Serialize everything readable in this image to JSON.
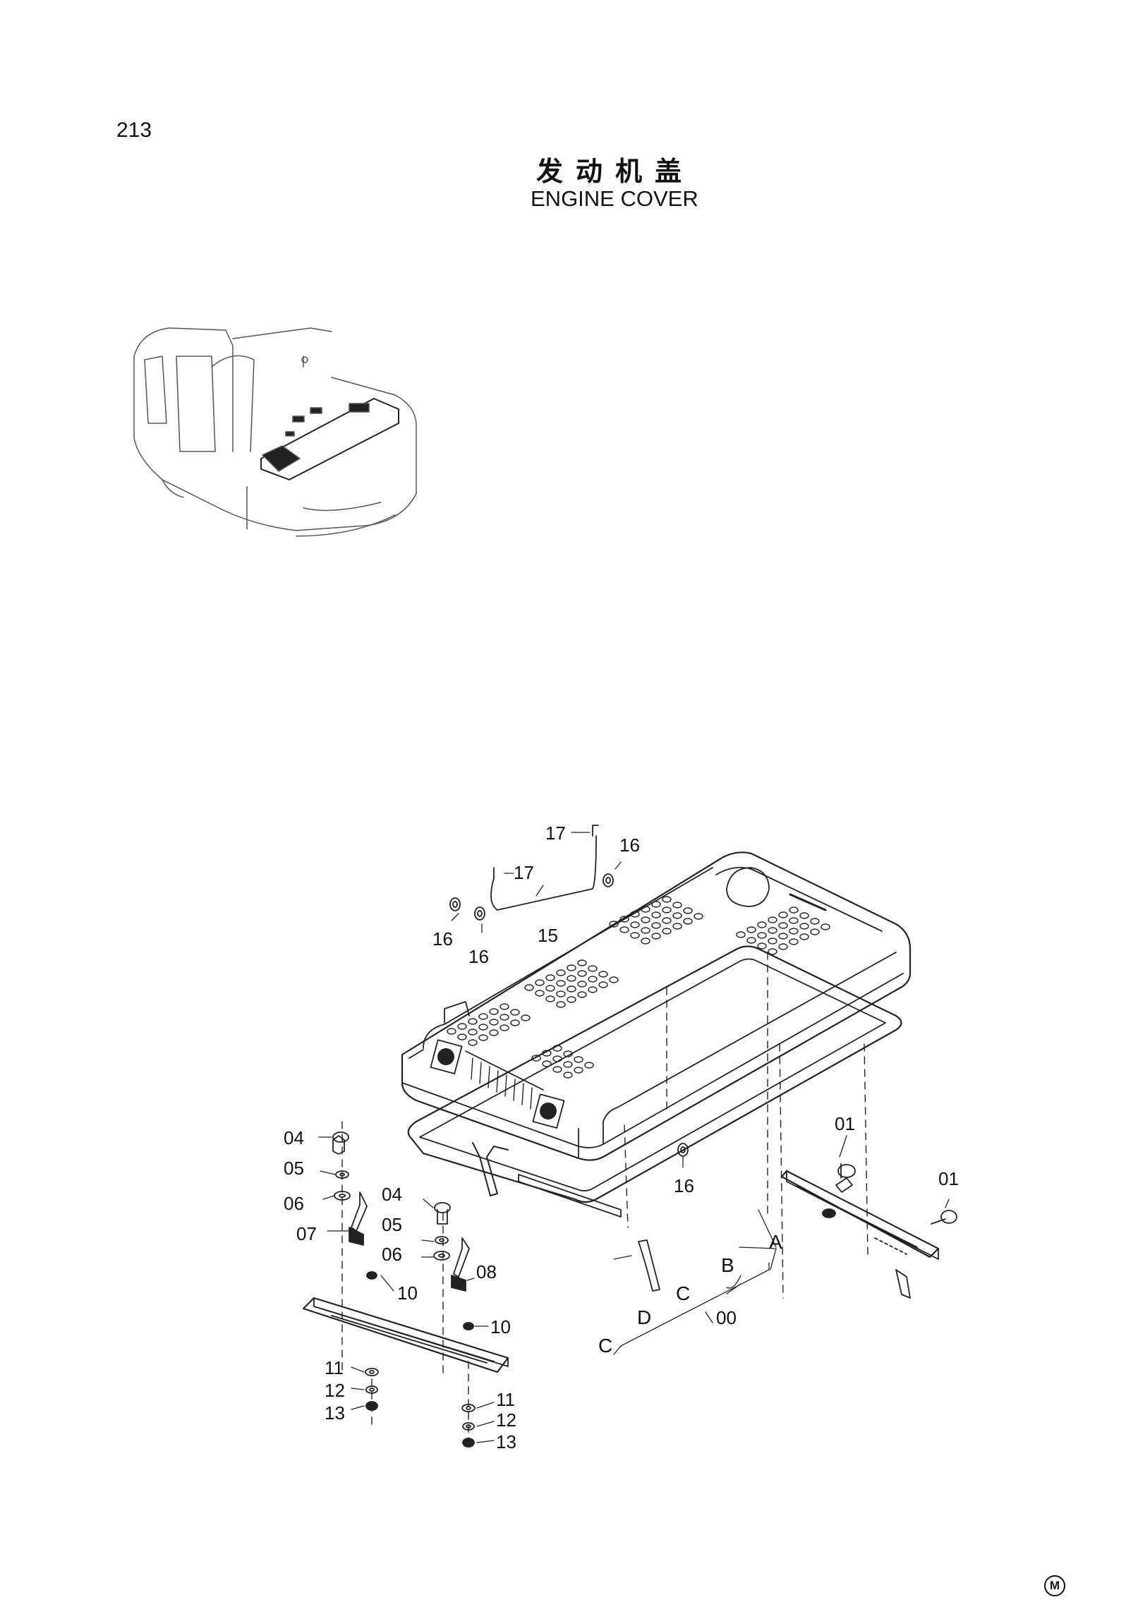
{
  "page": {
    "number": "213",
    "title_cn": "发动机盖",
    "title_en": "ENGINE COVER",
    "manufacturer_mark": "M"
  },
  "labels": {
    "p17a": "17",
    "p17b": "17",
    "p16a": "16",
    "p16b": "16",
    "p16c": "16",
    "p16d": "16",
    "p15": "15",
    "p04a": "04",
    "p05a": "05",
    "p06a": "06",
    "p07": "07",
    "p04b": "04",
    "p05b": "05",
    "p06b": "06",
    "p08": "08",
    "p10a": "10",
    "p10b": "10",
    "p11a": "11",
    "p12a": "12",
    "p13a": "13",
    "p11b": "11",
    "p12b": "12",
    "p13b": "13",
    "p01a": "01",
    "p01b": "01",
    "A": "A",
    "B": "B",
    "C1": "C",
    "C2": "C",
    "D": "D",
    "p00": "00"
  }
}
